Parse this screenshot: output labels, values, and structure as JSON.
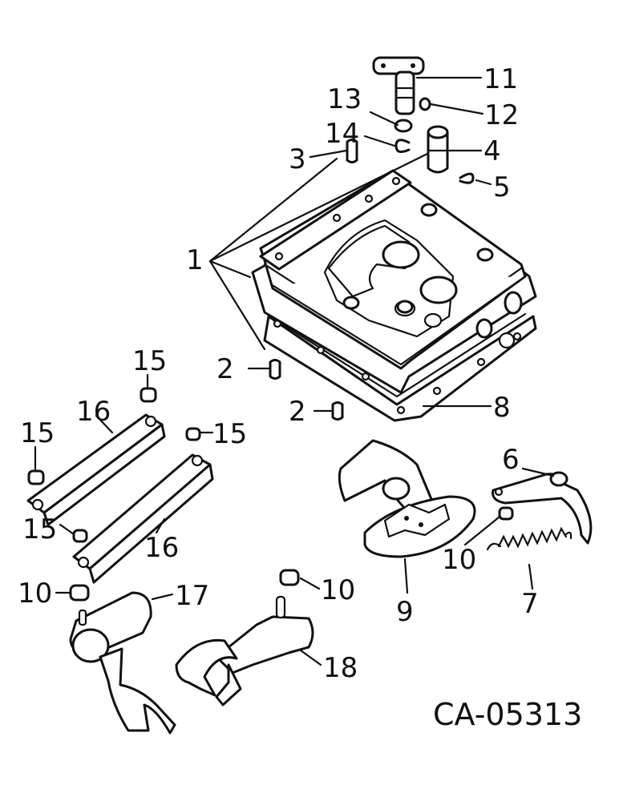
{
  "figure_id": "CA-05313",
  "callouts": {
    "c1": "1",
    "c2a": "2",
    "c2b": "2",
    "c3": "3",
    "c4": "4",
    "c5": "5",
    "c6": "6",
    "c7": "7",
    "c8": "8",
    "c9": "9",
    "c10a": "10",
    "c10b": "10",
    "c10c": "10",
    "c11": "11",
    "c12": "12",
    "c13": "13",
    "c14": "14",
    "c15a": "15",
    "c15b": "15",
    "c15c": "15",
    "c15d": "15",
    "c16a": "16",
    "c16b": "16",
    "c17": "17",
    "c18": "18"
  },
  "colors": {
    "ink": "#111111",
    "paper": "#ffffff"
  }
}
